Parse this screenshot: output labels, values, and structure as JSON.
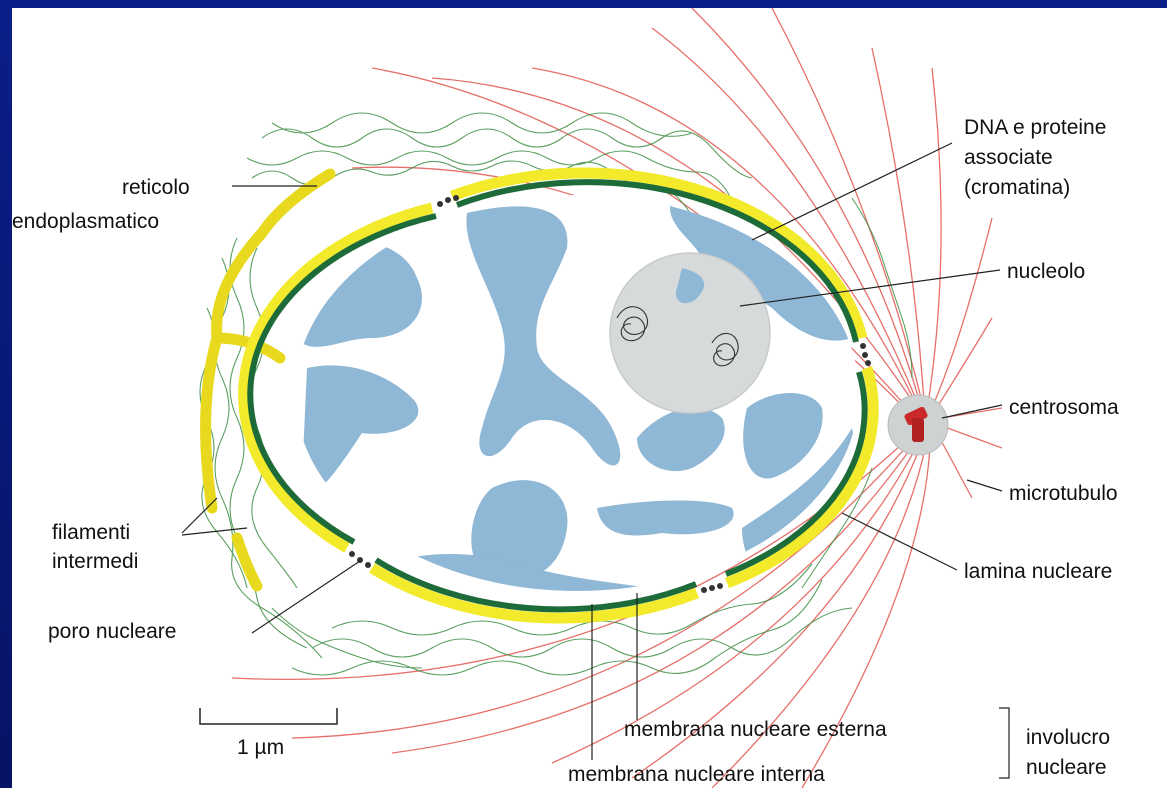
{
  "colors": {
    "frame": "#0a1e8a",
    "membrane_outer": "#f2ea2a",
    "lamina": "#1e6b3a",
    "chromatin": "#8fb7d6",
    "nucleolus": "#d7dadb",
    "microtubule": "#e2574f",
    "intermediate_filament": "#3f8f45",
    "centrosome": "#cc2a2a"
  },
  "icons": {
    "pore": "nuclear-pore-icon",
    "centrosome": "centrosome-icon"
  },
  "labels": {
    "dna_line1": "DNA e proteine",
    "dna_line2": "associate",
    "dna_line3": "(cromatina)",
    "reticolo_line1": "reticolo",
    "reticolo_line2": "endoplasmatico",
    "nucleolo": "nucleolo",
    "centrosoma": "centrosoma",
    "microtubulo": "microtubulo",
    "filamenti_line1": "filamenti",
    "filamenti_line2": "intermedi",
    "lamina": "lamina nucleare",
    "poro": "poro nucleare",
    "membrana_esterna": "membrana nucleare esterna",
    "membrana_interna": "membrana nucleare interna",
    "involucro_line1": "involucro",
    "involucro_line2": "nucleare",
    "scale": "1 µm"
  }
}
